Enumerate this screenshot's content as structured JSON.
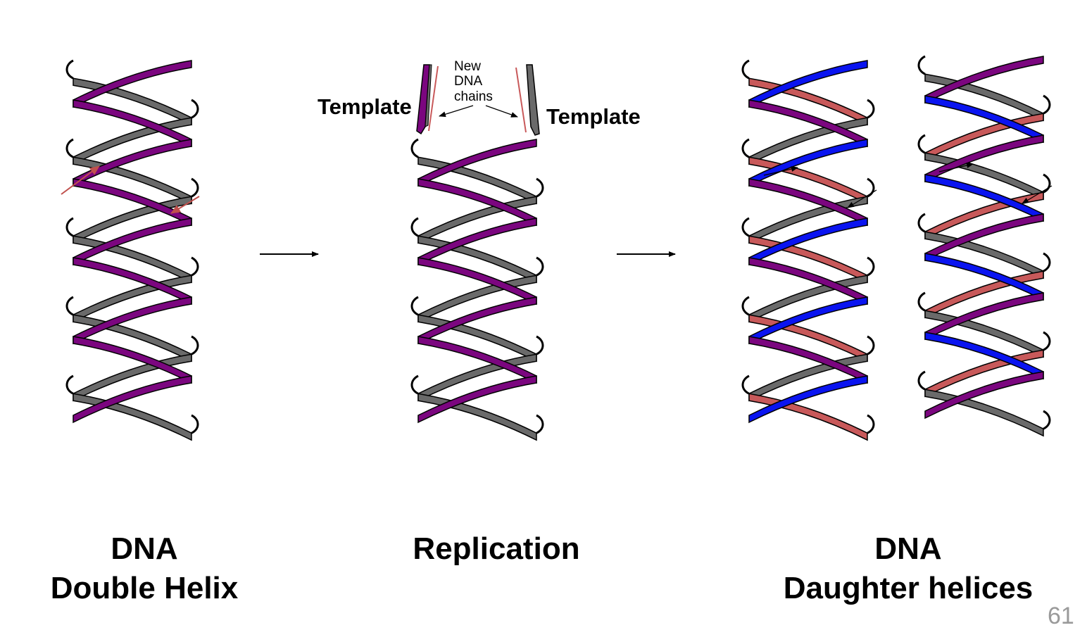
{
  "labels": {
    "template_left": "Template",
    "template_right": "Template",
    "new_chains": [
      "New",
      "DNA",
      "chains"
    ]
  },
  "captions": {
    "left": [
      "DNA",
      "Double Helix"
    ],
    "middle": [
      "Replication"
    ],
    "right": [
      "DNA",
      "Daughter helices"
    ]
  },
  "page_number": "61",
  "colors": {
    "parental_strand_a": "#7b067f",
    "parental_strand_b": "#6a6a6a",
    "new_strand_blue": "#0a14f0",
    "new_strand_red": "#c8595a",
    "outline": "#000000",
    "direction_arrow_red": "#c0504d",
    "arrow_black": "#000000"
  }
}
